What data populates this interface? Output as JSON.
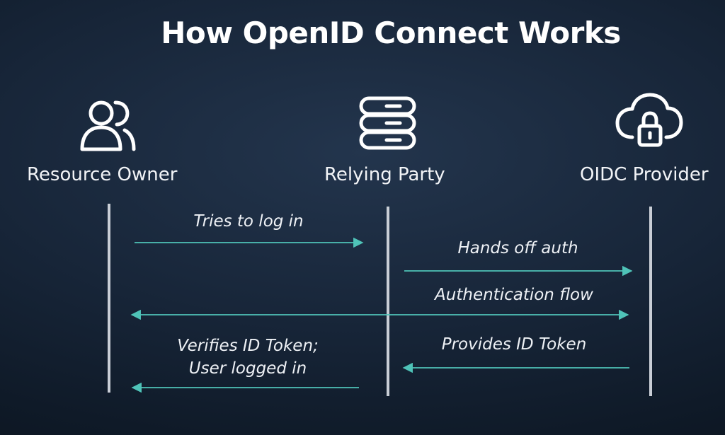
{
  "diagram": {
    "title": "How OpenID Connect Works",
    "actors": [
      {
        "label": "Resource Owner",
        "icon": "users-icon"
      },
      {
        "label": "Relying Party",
        "icon": "server-icon"
      },
      {
        "label": "OIDC Provider",
        "icon": "cloud-lock-icon"
      }
    ],
    "messages": [
      {
        "label": "Tries to log in",
        "from": "Resource Owner",
        "to": "Relying Party",
        "direction": "right"
      },
      {
        "label": "Hands off auth",
        "from": "Relying Party",
        "to": "OIDC Provider",
        "direction": "right"
      },
      {
        "label": "Authentication flow",
        "from": "Resource Owner",
        "to": "OIDC Provider",
        "direction": "both"
      },
      {
        "label": "Provides ID Token",
        "from": "OIDC Provider",
        "to": "Relying Party",
        "direction": "left"
      },
      {
        "label_line1": "Verifies ID Token;",
        "label_line2": "User logged in",
        "from": "Relying Party",
        "to": "Resource Owner",
        "direction": "left"
      }
    ]
  },
  "colors": {
    "arrow": "#4fc3b8",
    "lifeline": "#c9ced6",
    "icon": "#ffffff"
  }
}
